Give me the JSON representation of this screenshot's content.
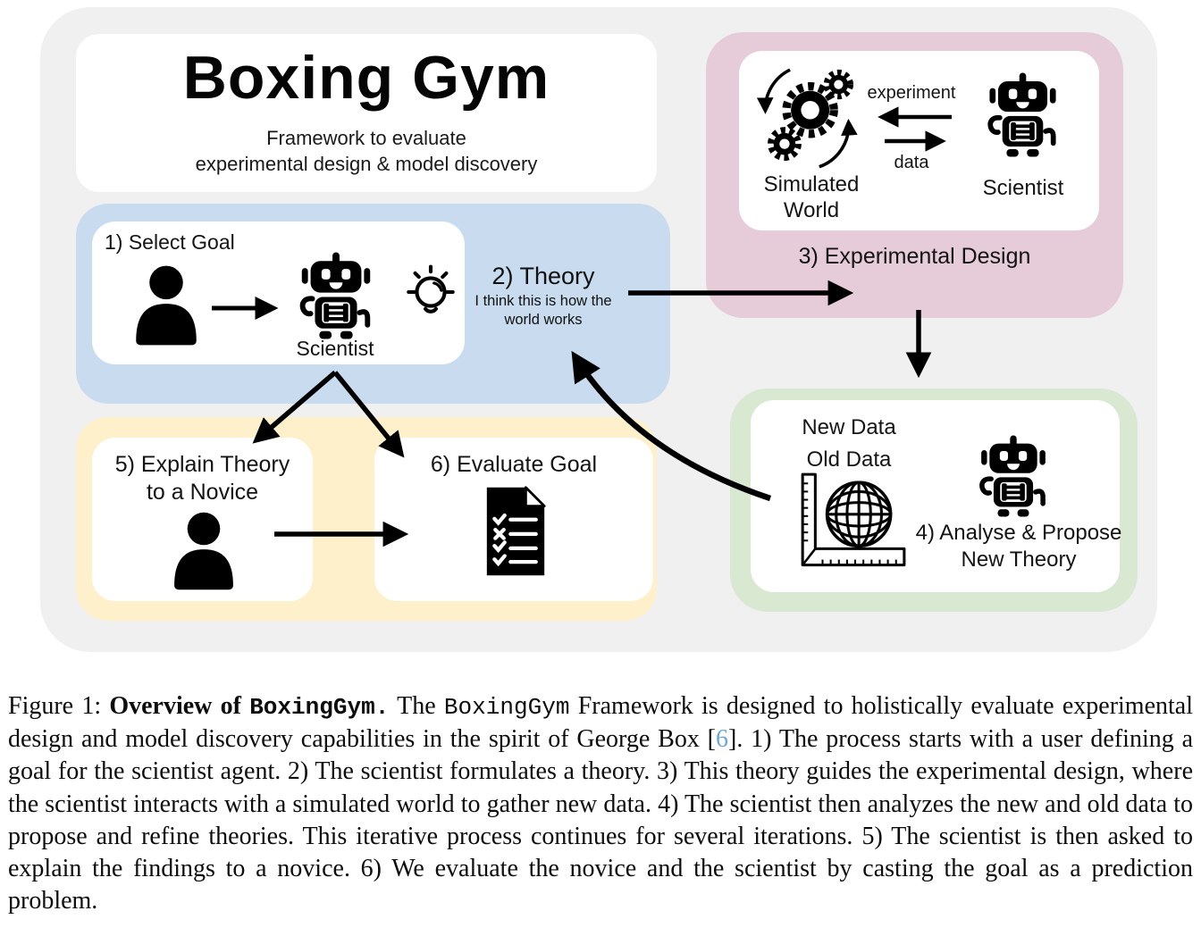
{
  "figure": {
    "title_card": {
      "title": "Boxing Gym",
      "subtitle_line1": "Framework to evaluate",
      "subtitle_line2": "experimental design & model discovery"
    },
    "step1": {
      "label": "1) Select Goal",
      "agent_label": "Scientist"
    },
    "step2": {
      "label": "2) Theory",
      "thought_line1": "I think this is how the",
      "thought_line2": "world works"
    },
    "step3": {
      "label": "3) Experimental Design",
      "sim_world_line1": "Simulated",
      "sim_world_line2": "World",
      "agent_label": "Scientist",
      "to_world_arrow_label": "experiment",
      "to_scientist_arrow_label": "data"
    },
    "step4": {
      "new_data_label": "New Data",
      "old_data_label": "Old Data",
      "label_line1": "4) Analyse & Propose",
      "label_line2": "New Theory"
    },
    "step5": {
      "label_line1": "5) Explain Theory",
      "label_line2": "to a Novice"
    },
    "step6": {
      "label": "6) Evaluate Goal"
    },
    "icons": {
      "user-icon": "solid person silhouette",
      "robot-icon": "robot with antenna and grill body",
      "idea-lightbulb-icon": "outlined bulb with rays",
      "gears-cycle-icon": "gear cluster with circular cycle arrows",
      "globe-axes-icon": "wireframe globe on ruler axes",
      "checklist-document-icon": "black document with check and cross list"
    },
    "colors": {
      "canvas_bg": "#f0f0f0",
      "step1_panel": "#c9dbee",
      "step3_panel": "#e6ccd8",
      "step4_panel": "#d8e8d1",
      "step56_panel": "#fdf0ca",
      "citation_blue": "#6ca6d9"
    }
  },
  "caption": {
    "figure_label": "Figure 1: ",
    "bold_intro": "Overview of ",
    "bold_mono_name": "BoxingGym.",
    "text_after_bold": " The ",
    "mono_name": "BoxingGym",
    "body_before_citation": " Framework is designed to holistically evaluate experimental design and model discovery capabilities in the spirit of George Box [",
    "citation_number": "6",
    "body_after_citation": "]. 1) The process starts with a user defining a goal for the scientist agent. 2) The scientist formulates a theory. 3) This theory guides the experimental design, where the scientist interacts with a simulated world to gather new data. 4) The scientist then analyzes the new and old data to propose and refine theories. This iterative process continues for several iterations. 5) The scientist is then asked to explain the findings to a novice. 6) We evaluate the novice and the scientist by casting the goal as a prediction problem."
  }
}
